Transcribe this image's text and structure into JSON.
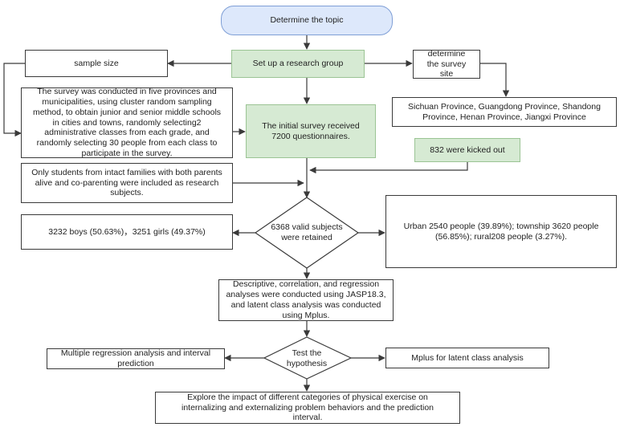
{
  "nodes": {
    "determine_topic": "Determine the topic",
    "research_group": "Set up a research group",
    "sample_size": "sample size",
    "survey_site": "determine the survey site",
    "provinces": "Sichuan Province, Guangdong Province, Shandong Province, Henan Province, Jiangxi Province",
    "sampling_method": "The survey was conducted in five provinces and municipalities, using cluster random sampling method, to obtain junior and senior middle schools in cities and towns, randomly selecting2 administrative classes from each grade, and randomly selecting 30 people from each class to participate in the survey.",
    "initial_survey": "The initial survey received 7200 questionnaires.",
    "kicked_out": "832 were kicked out",
    "intact_families": "Only students from intact families with both parents alive and co-parenting were included as research subjects.",
    "valid_subjects": "6368 valid subjects were retained",
    "gender": "3232 boys (50.63%)，3251 girls (49.37%)",
    "residence": "Urban 2540 people (39.89%); township 3620 people (56.85%); rural208 people (3.27%).",
    "analysis": "Descriptive, correlation, and regression analyses were conducted using JASP18.3, and latent class analysis was conducted using Mplus.",
    "test_hypothesis": "Test the hypothesis",
    "multiple_regression": "Multiple regression analysis and interval prediction",
    "mplus": "Mplus for latent class analysis",
    "conclusion": "Explore the impact of different categories of physical exercise on internalizing and externalizing problem behaviors and the prediction interval."
  },
  "colors": {
    "start_fill": "#dde8fb",
    "process_fill": "#d6ead3",
    "edge": "#3a3a3a"
  }
}
